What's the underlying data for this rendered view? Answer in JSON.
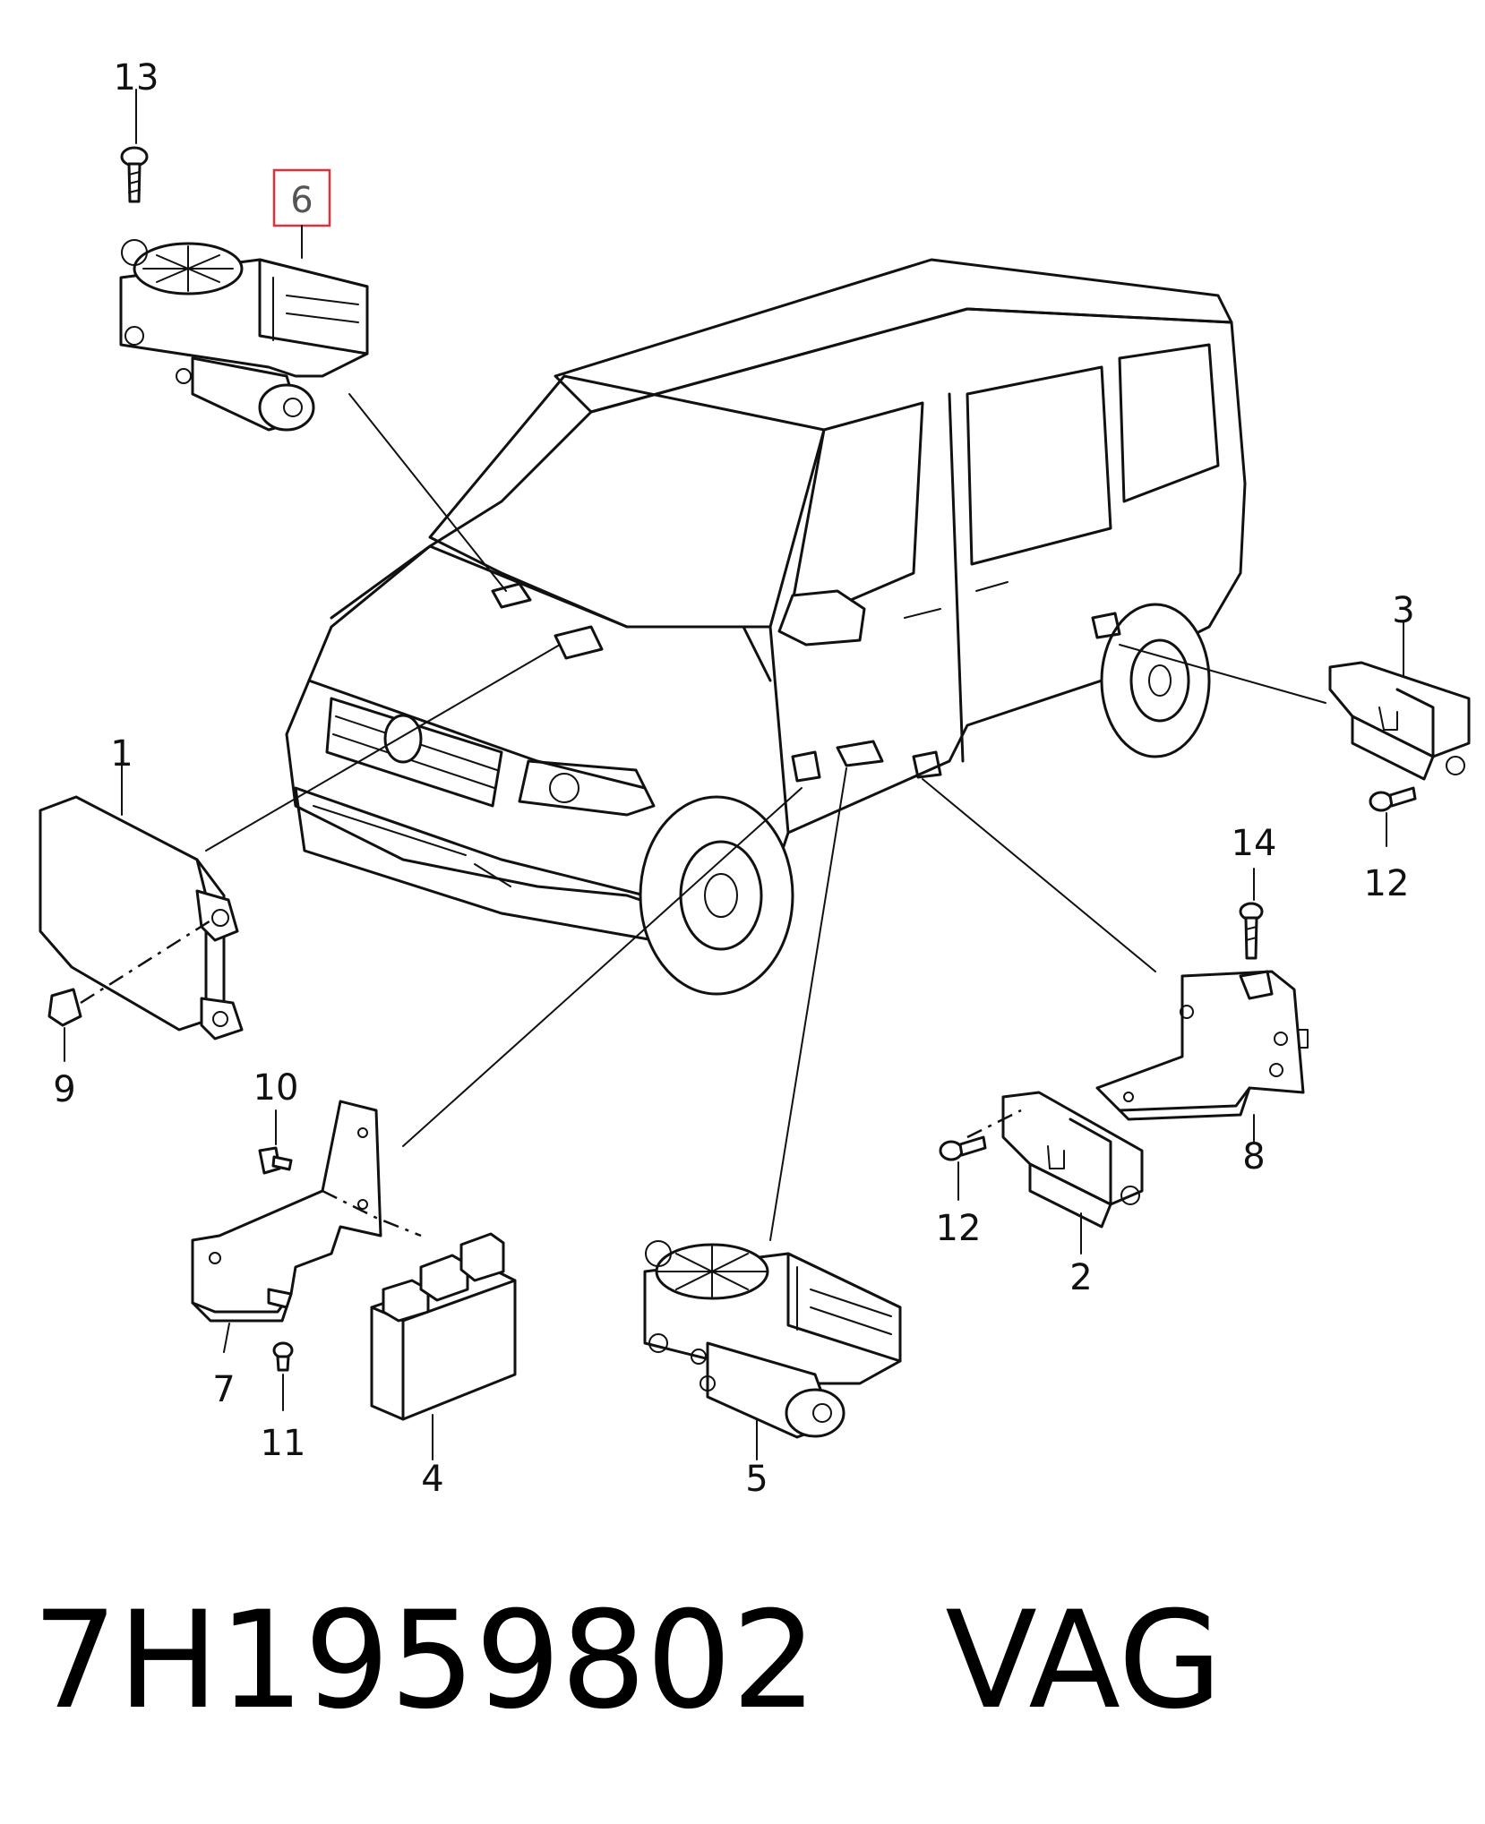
{
  "callouts": {
    "c1": "1",
    "c2": "2",
    "c3": "3",
    "c4": "4",
    "c5": "5",
    "c6": "6",
    "c7": "7",
    "c8": "8",
    "c9": "9",
    "c10": "10",
    "c11": "11",
    "c12a": "12",
    "c12b": "12",
    "c13": "13",
    "c14": "14"
  },
  "highlighted_callout": "6",
  "footer": {
    "part_number": "7H1959802",
    "brand": "VAG"
  },
  "colors": {
    "highlight_box": "#e0303a",
    "line": "#111111"
  }
}
